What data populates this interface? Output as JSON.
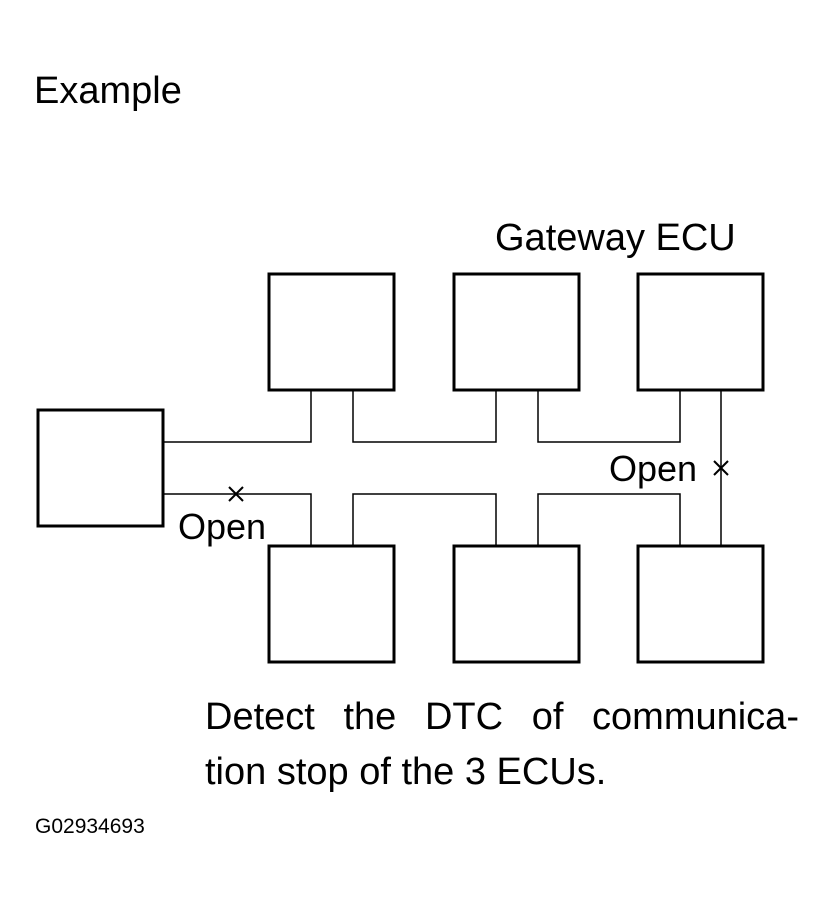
{
  "title": "Example",
  "labels": {
    "gateway": "Gateway ECU",
    "open_left": "Open",
    "open_right": "Open"
  },
  "caption": {
    "line1_words": [
      "Detect",
      "the",
      "DTC",
      "of",
      "communica-"
    ],
    "line2": "tion stop of the 3 ECUs."
  },
  "figure_id": "G02934693"
}
